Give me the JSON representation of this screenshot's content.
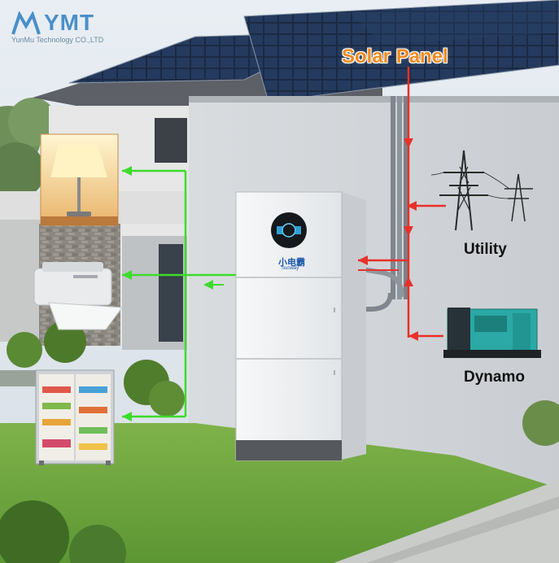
{
  "logo": {
    "name": "YMT",
    "tagline": "YunMu Technology CO.,LTD"
  },
  "labels": {
    "solar_panel": "Solar Panel",
    "utility": "Utility",
    "dynamo": "Dynamo"
  },
  "device": {
    "brand_cn": "小电霸",
    "brand_en": "Sunway"
  },
  "colors": {
    "dc_flow": "#e8312a",
    "ac_out": "#3ddc2b",
    "solar_label": "#f28b1e",
    "logo": "#4a8fc9"
  },
  "icons": [
    "lamp-icon",
    "printer-icon",
    "refrigerator-icon",
    "power-tower-icon",
    "generator-icon",
    "solar-panel-icon"
  ]
}
